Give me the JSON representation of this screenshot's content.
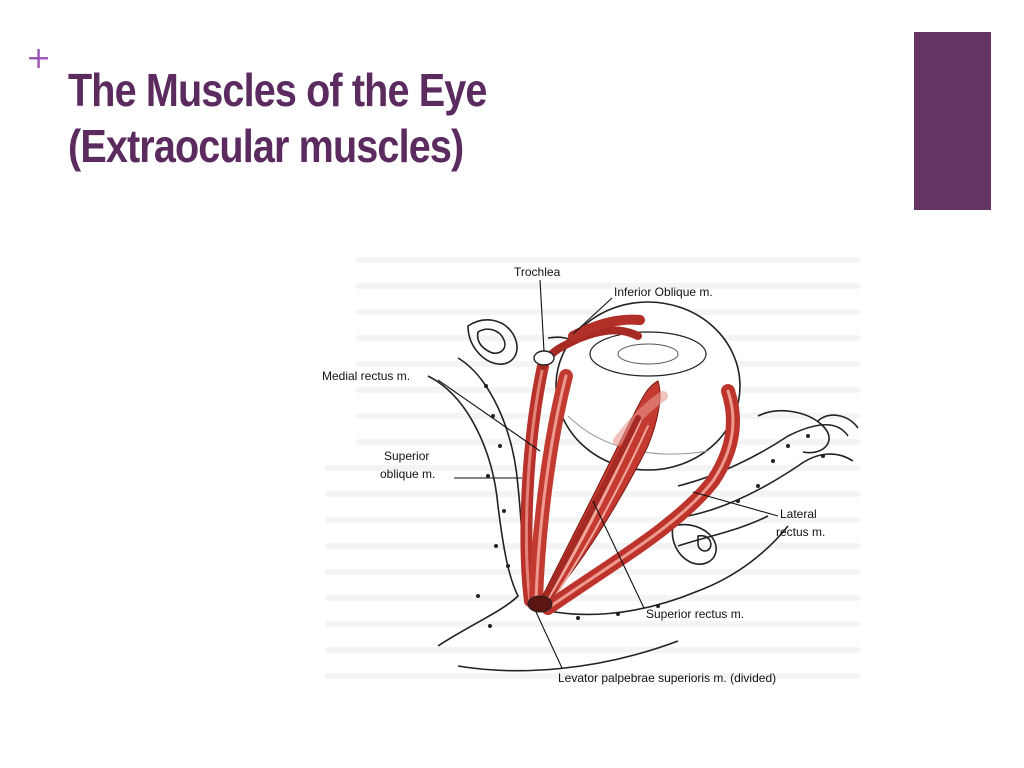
{
  "slide": {
    "bullet_glyph": "+",
    "title_line1": "The Muscles of the Eye",
    "title_line2": "(Extraocular muscles)",
    "accent_color": "#643464",
    "title_color": "#5b2a5e"
  },
  "diagram": {
    "labels": {
      "trochlea": "Trochlea",
      "inferior_oblique": "Inferior Oblique m.",
      "medial_rectus": "Medial rectus m.",
      "superior_oblique_1": "Superior",
      "superior_oblique_2": "oblique m.",
      "lateral_rectus_1": "Lateral",
      "lateral_rectus_2": "rectus m.",
      "superior_rectus": "Superior rectus m.",
      "levator": "Levator palpebrae superioris m. (divided)"
    }
  }
}
